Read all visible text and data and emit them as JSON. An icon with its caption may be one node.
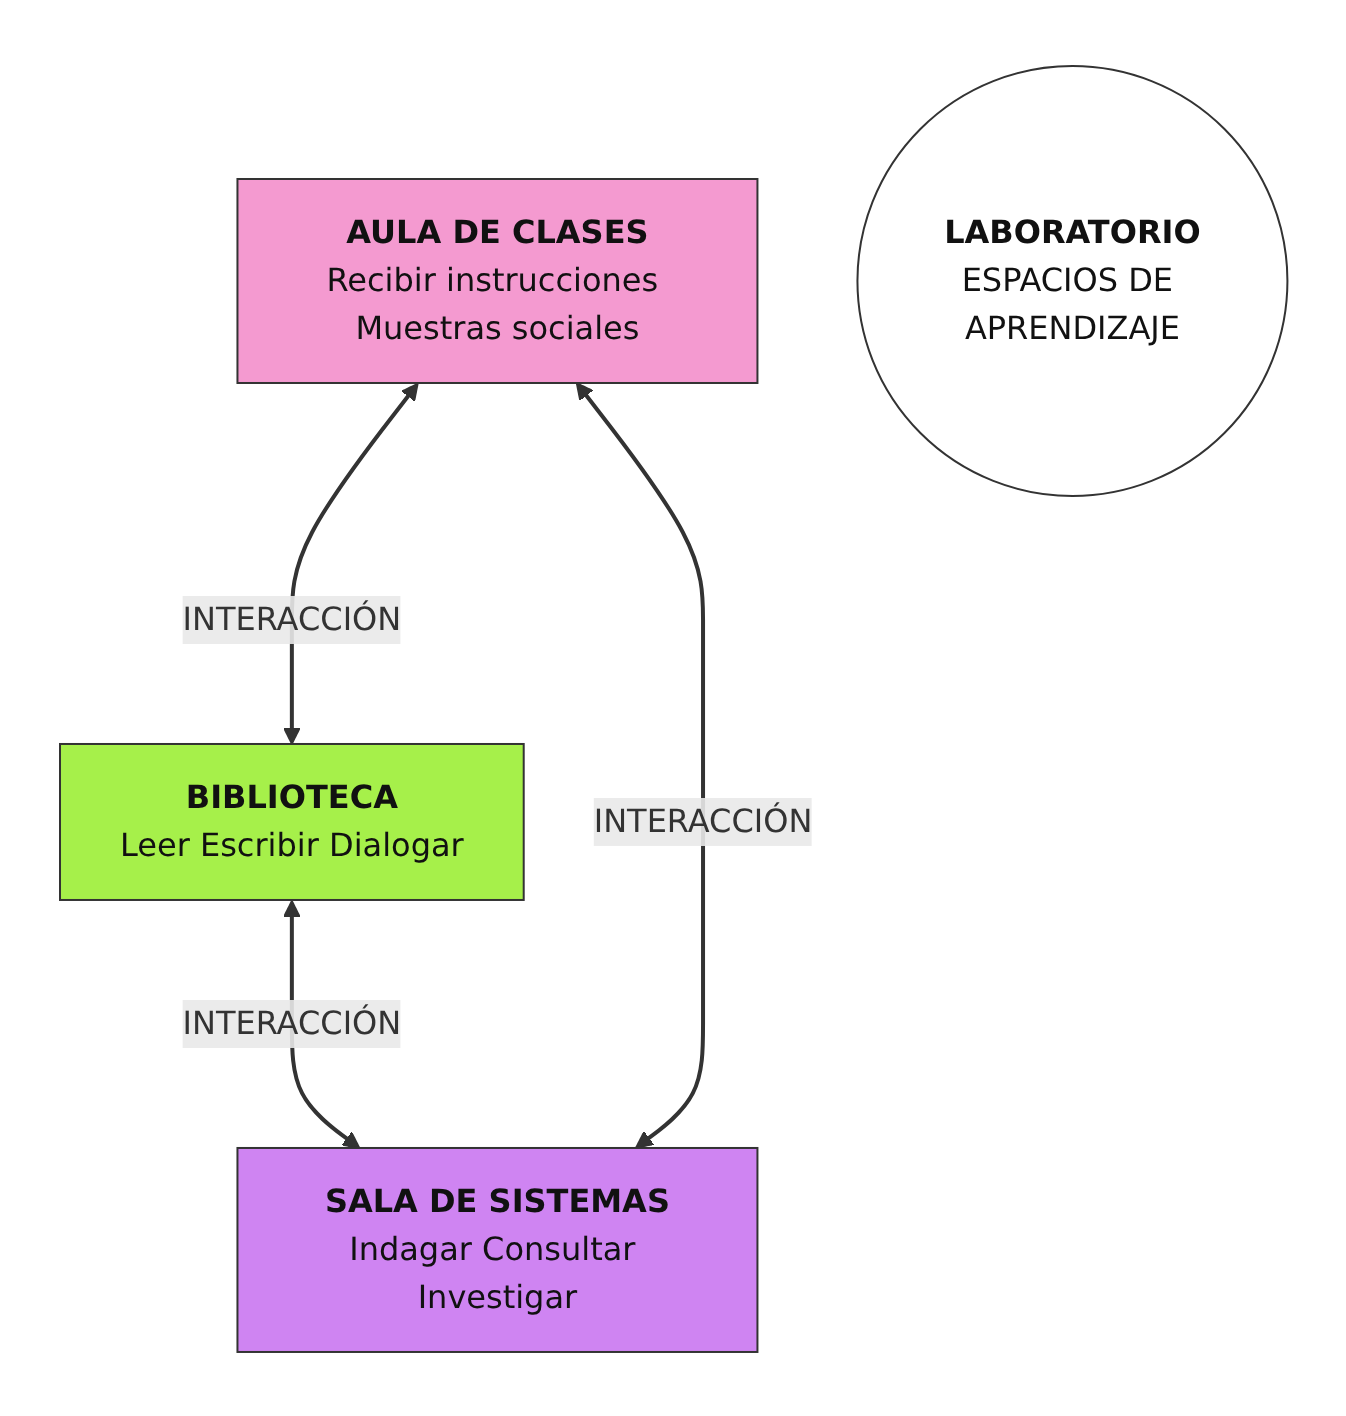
{
  "diagram": {
    "nodes": [
      {
        "text": [
          "AULA DE CLASES",
          "Recibir instrucciones Muestras sociales"
        ]
      },
      {
        "text": [
          "LABORATORIO",
          "ESPACIOS DE APRENDIZAJE"
        ]
      },
      {
        "text": [
          "BIBLIOTECA",
          "Leer Escribir Dialogar"
        ]
      },
      {
        "text": [
          "SALA DE SISTEMAS",
          "Indagar Consultar Investigar"
        ]
      }
    ],
    "edges": [
      {
        "from": 0,
        "to": 2,
        "arrow": "both",
        "label": "INTERACCIÓN"
      },
      {
        "from": 2,
        "to": 3,
        "arrow": "both",
        "label": "INTERACCIÓN"
      },
      {
        "from": 3,
        "to": 0,
        "arrow": "both",
        "label": "INTERACCIÓN"
      }
    ]
  }
}
